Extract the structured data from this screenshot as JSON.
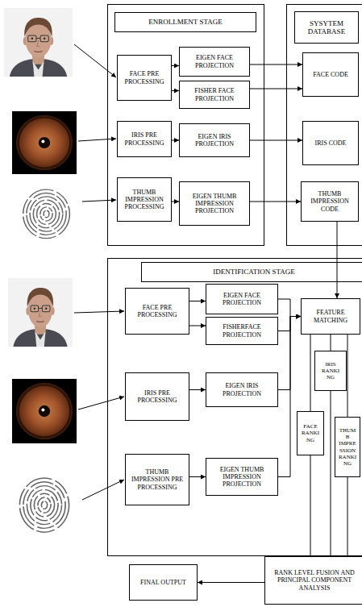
{
  "diagram": {
    "nodes": [
      {
        "text": [
          "ENROLLMENT STAGE"
        ]
      },
      {
        "text": [
          "FACE PRE PROCESSING"
        ],
        "in": 0
      },
      {
        "text": [
          "EIGEN FACE PROJECTION"
        ],
        "in": 0
      },
      {
        "text": [
          "FISHER FACE PROJECTION"
        ],
        "in": 0
      },
      {
        "text": [
          "IRIS PRE PROCESSING"
        ],
        "in": 0
      },
      {
        "text": [
          "EIGEN IRIS PROJECTION"
        ],
        "in": 0
      },
      {
        "text": [
          "THUMB IMPRESSION PROCESSING"
        ],
        "in": 0
      },
      {
        "text": [
          "EIGEN THUMB IMPRESSION PROJECTION"
        ],
        "in": 0
      },
      {
        "text": [
          "SYSYTEM DATABASE"
        ]
      },
      {
        "text": [
          "FACE CODE"
        ],
        "in": 8
      },
      {
        "text": [
          "IRIS CODE"
        ],
        "in": 8
      },
      {
        "text": [
          "THUMB IMPRESSION CODE"
        ],
        "in": 8
      },
      {
        "text": [
          "IDENTIFICATION STAGE"
        ]
      },
      {
        "text": [
          "FACE PRE PROCESSING"
        ],
        "in": 12
      },
      {
        "text": [
          "EIGEN FACE PROJECTION"
        ],
        "in": 12
      },
      {
        "text": [
          "FISHERFACE PROJECTION"
        ],
        "in": 12
      },
      {
        "text": [
          "FEATURE MATCHING"
        ],
        "in": 12
      },
      {
        "text": [
          "IRIS RANKI NG"
        ],
        "in": 12
      },
      {
        "text": [
          "FACE RANKI NG"
        ],
        "in": 12
      },
      {
        "text": [
          "THUM B IMPRE SSION RANKI NG"
        ],
        "in": 12
      },
      {
        "text": [
          "IRIS PRE PROCESSING"
        ],
        "in": 12
      },
      {
        "text": [
          "EIGEN IRIS PROJECTION"
        ],
        "in": 12
      },
      {
        "text": [
          "THUMB IMPRESSION PRE PROCESSING"
        ],
        "in": 12
      },
      {
        "text": [
          "EIGEN THUMB IMPRESSION PROJECTION"
        ],
        "in": 12
      },
      {
        "text": [
          "RANK LEVEL FUSION AND PRINCIPAL COMPONENT ANALYSIS"
        ]
      },
      {
        "text": [
          "FINAL OUTPUT"
        ]
      }
    ],
    "edges": [
      {
        "from": 1,
        "to": 2,
        "arrow": "to"
      },
      {
        "from": 1,
        "to": 3,
        "arrow": "to"
      },
      {
        "from": 2,
        "to": 9,
        "arrow": "to"
      },
      {
        "from": 3,
        "to": 9,
        "arrow": "to"
      },
      {
        "from": 4,
        "to": 5,
        "arrow": "to"
      },
      {
        "from": 5,
        "to": 10,
        "arrow": "to"
      },
      {
        "from": 6,
        "to": 7,
        "arrow": "to"
      },
      {
        "from": 7,
        "to": 11,
        "arrow": "to"
      },
      {
        "from": 11,
        "to": 16,
        "arrow": "to"
      },
      {
        "from": 13,
        "to": 14,
        "arrow": "to"
      },
      {
        "from": 13,
        "to": 15,
        "arrow": "to"
      },
      {
        "from": 14,
        "to": 16,
        "arrow": "to"
      },
      {
        "from": 15,
        "to": 16,
        "arrow": "to"
      },
      {
        "from": 21,
        "to": 16,
        "arrow": "to"
      },
      {
        "from": 23,
        "to": 16,
        "arrow": "to"
      },
      {
        "from": 20,
        "to": 21,
        "arrow": "to"
      },
      {
        "from": 22,
        "to": 23,
        "arrow": "to"
      },
      {
        "from": 16,
        "to": 17,
        "arrow": "none"
      },
      {
        "from": 16,
        "to": 18,
        "arrow": "none"
      },
      {
        "from": 16,
        "to": 19,
        "arrow": "none"
      },
      {
        "from": 17,
        "to": 24,
        "arrow": "none"
      },
      {
        "from": 18,
        "to": 24,
        "arrow": "none"
      },
      {
        "from": 19,
        "to": 24,
        "arrow": "none"
      },
      {
        "from": 24,
        "to": 25,
        "arrow": "to"
      }
    ]
  }
}
